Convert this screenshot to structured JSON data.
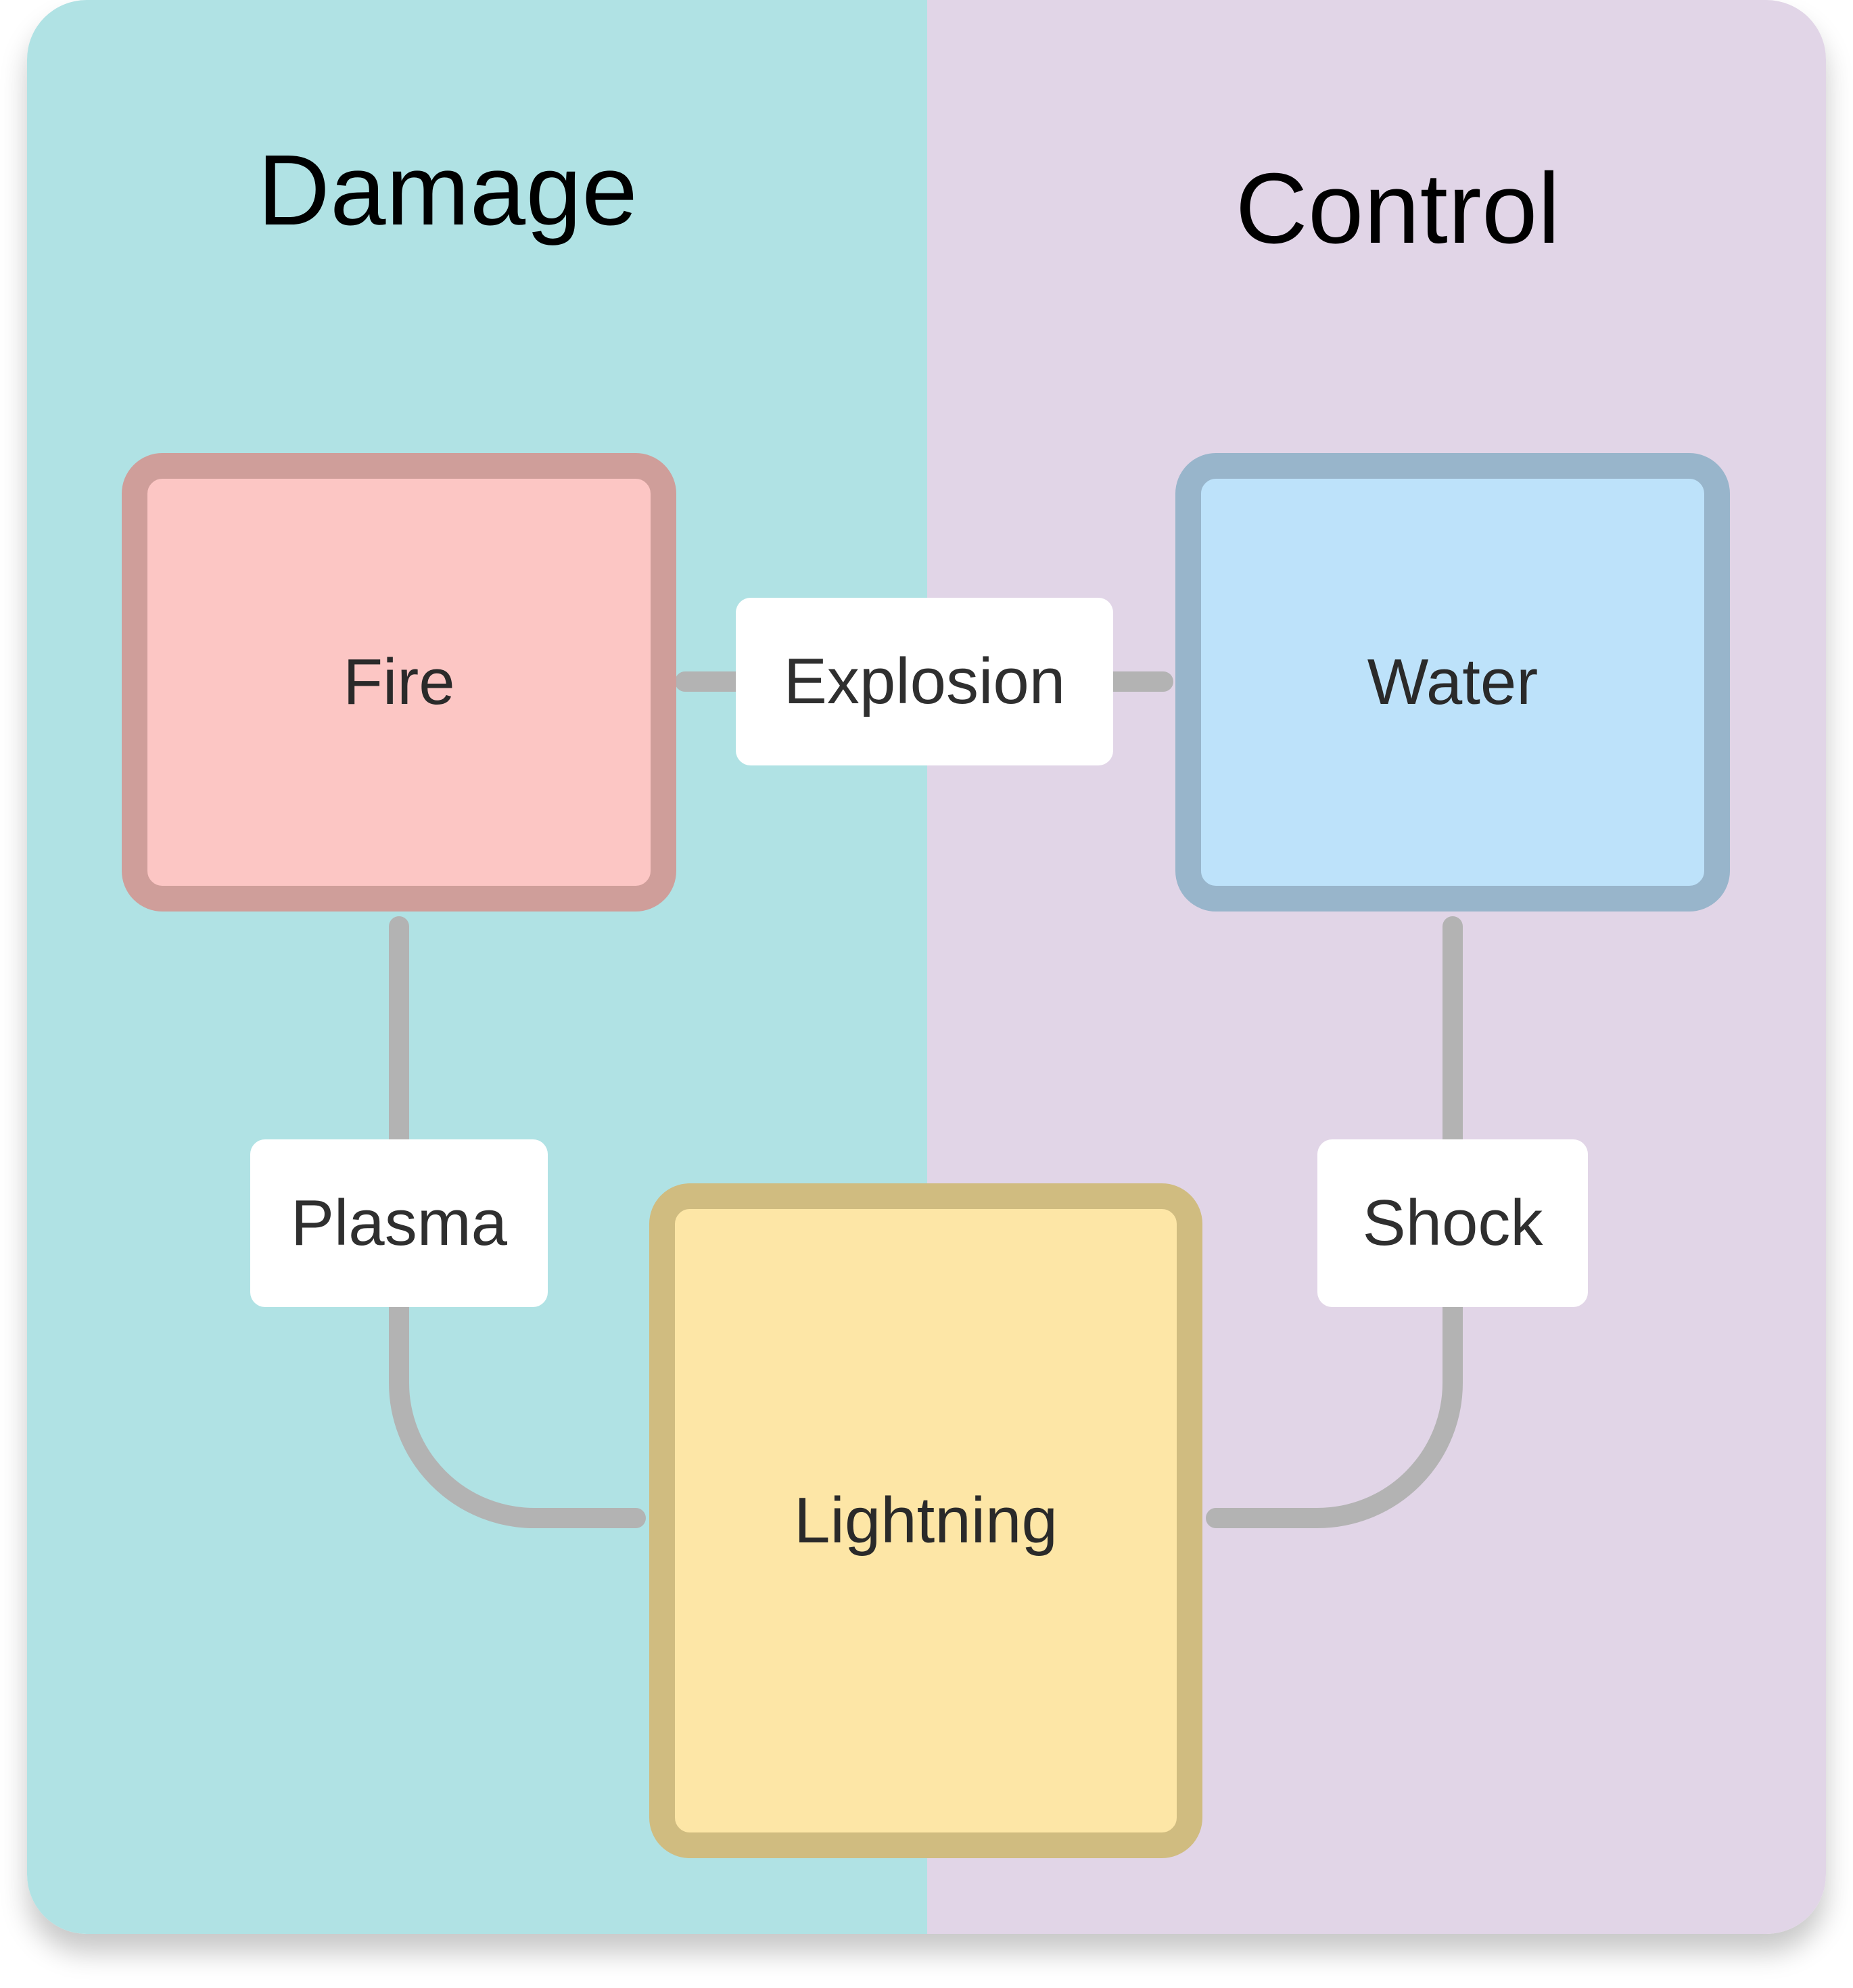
{
  "colors": {
    "damage_lane_bg": "#b0e2e4",
    "control_lane_bg": "#e1d5e7",
    "edge": "#b3b3b3",
    "fire_fill": "#fcc6c4",
    "fire_border": "#cf9e9a",
    "water_fill": "#bde2fa",
    "water_border": "#98b5cb",
    "lightning_fill": "#fde6a6",
    "lightning_border": "#d0bc80"
  },
  "lanes": {
    "damage": {
      "title": "Damage"
    },
    "control": {
      "title": "Control"
    }
  },
  "nodes": {
    "fire": {
      "label": "Fire"
    },
    "water": {
      "label": "Water"
    },
    "lightning": {
      "label": "Lightning"
    }
  },
  "edges": {
    "explosion": {
      "label": "Explosion",
      "from": "Fire",
      "to": "Water"
    },
    "plasma": {
      "label": "Plasma",
      "from": "Fire",
      "to": "Lightning"
    },
    "shock": {
      "label": "Shock",
      "from": "Water",
      "to": "Lightning"
    }
  }
}
